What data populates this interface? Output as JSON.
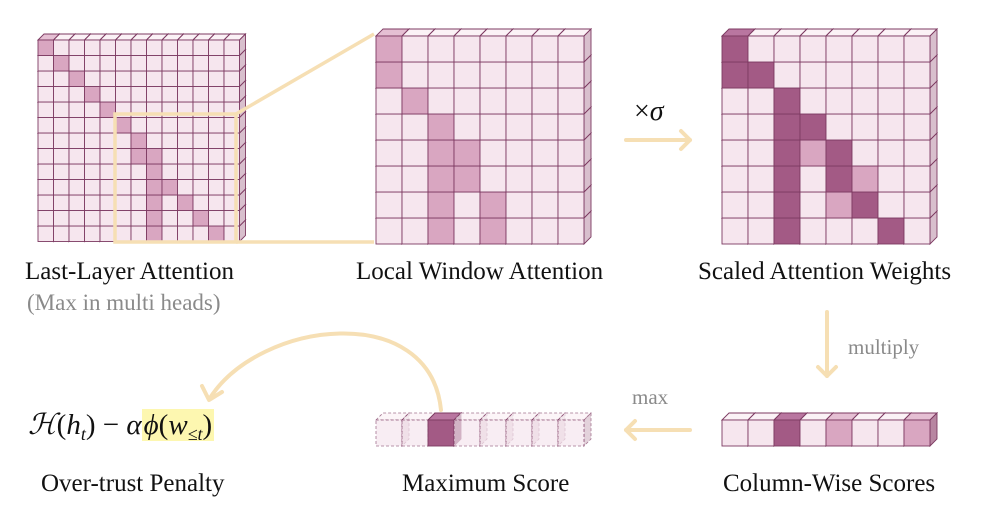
{
  "labels": {
    "last_layer": "Last-Layer Attention",
    "last_layer_note": "(Max in multi heads)",
    "local_window": "Local Window Attention",
    "scaled": "Scaled Attention Weights",
    "column_wise": "Column-Wise Scores",
    "maximum": "Maximum Score",
    "over_trust": "Over-trust Penalty"
  },
  "operations": {
    "scale_times": "×",
    "scale_symbol": "σ",
    "multiply": "multiply",
    "max": "max"
  },
  "formula": {
    "penalty_fn": "ℋ",
    "penalty_arg_base": "h",
    "penalty_arg_sub": "t",
    "minus": "−",
    "alpha": "α",
    "phi": "ϕ",
    "w_base": "w",
    "w_sub": "≤t"
  },
  "colors": {
    "light_cell": "#f6e6ee",
    "mid_cell": "#d9a6c1",
    "dark_cell": "#a35a85",
    "cell_border": "#7d3a62",
    "arrow": "#f6dfb4",
    "highlight": "#fdf7b0"
  },
  "matrices": {
    "last_layer_dark": [
      [
        0,
        0
      ],
      [
        1,
        1
      ],
      [
        2,
        2
      ],
      [
        3,
        3
      ],
      [
        4,
        4
      ],
      [
        5,
        5
      ],
      [
        6,
        6
      ],
      [
        7,
        6
      ],
      [
        8,
        7
      ],
      [
        9,
        8
      ],
      [
        10,
        9
      ],
      [
        11,
        10
      ],
      [
        12,
        11
      ]
    ],
    "local_window_strong": [
      [
        0,
        0
      ],
      [
        1,
        0
      ],
      [
        4,
        2
      ],
      [
        5,
        2
      ],
      [
        6,
        2
      ],
      [
        7,
        2
      ],
      [
        6,
        4
      ],
      [
        7,
        4
      ],
      [
        8,
        6
      ]
    ],
    "local_window_mid": [
      [
        2,
        1
      ],
      [
        3,
        2
      ],
      [
        4,
        3
      ],
      [
        5,
        3
      ]
    ],
    "scaled_dark": [
      [
        0,
        0
      ],
      [
        1,
        0
      ],
      [
        1,
        1
      ],
      [
        2,
        2
      ],
      [
        3,
        2
      ],
      [
        4,
        2
      ],
      [
        5,
        2
      ],
      [
        6,
        2
      ],
      [
        7,
        2
      ],
      [
        3,
        3
      ],
      [
        4,
        4
      ],
      [
        5,
        4
      ],
      [
        6,
        5
      ],
      [
        7,
        6
      ]
    ],
    "scaled_mid": [
      [
        5,
        5
      ],
      [
        6,
        4
      ],
      [
        4,
        3
      ]
    ],
    "column_scores": [
      1,
      1,
      3,
      1,
      2,
      1,
      1,
      2
    ],
    "maximum_scores": [
      0,
      0,
      3,
      0,
      0,
      0,
      0,
      0
    ]
  }
}
